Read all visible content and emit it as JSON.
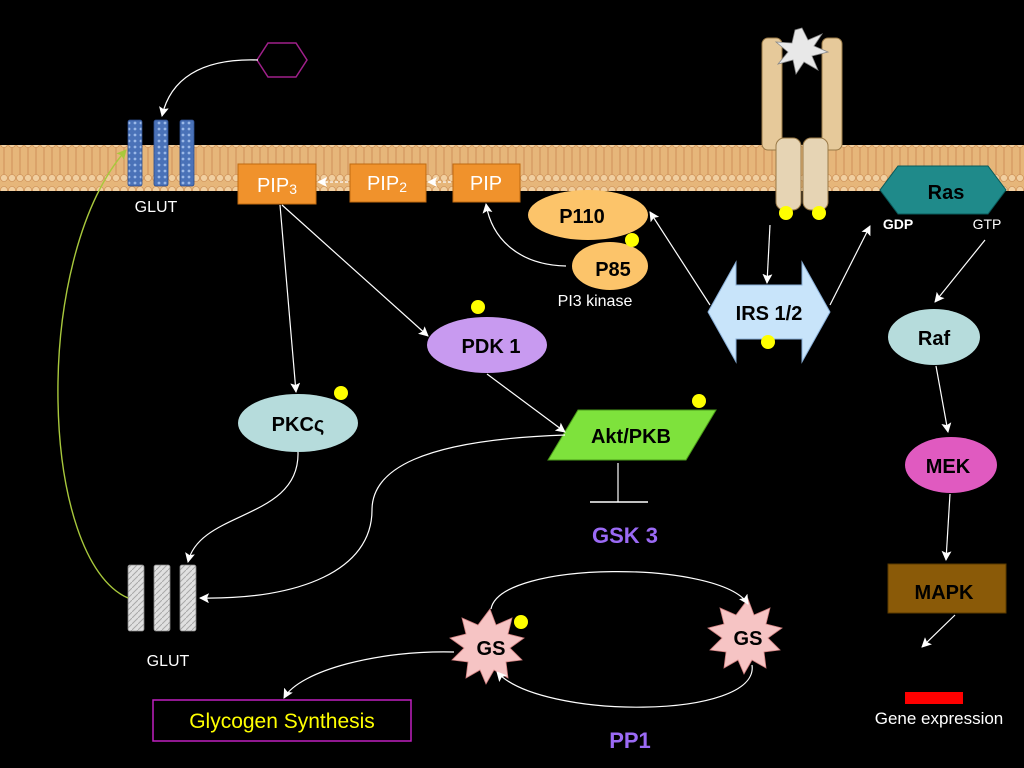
{
  "labels": {
    "glut_top": "GLUT",
    "glut_bottom": "GLUT",
    "pip3": "PIP",
    "pip3_sub": "3",
    "pip2": "PIP",
    "pip2_sub": "2",
    "pip": "PIP",
    "p110": "P110",
    "p85": "P85",
    "pi3_kinase": "PI3 kinase",
    "pdk1": "PDK 1",
    "pkc": "PKCς",
    "akt": "Akt/PKB",
    "gsk3": "GSK 3",
    "irs": "IRS 1/2",
    "ras": "Ras",
    "gdp": "GDP",
    "gtp": "GTP",
    "raf": "Raf",
    "mek": "MEK",
    "mapk": "MAPK",
    "gs_left": "GS",
    "gs_right": "GS",
    "pp1": "PP1",
    "glycogen": "Glycogen Synthesis",
    "gene_expression": "Gene expression"
  },
  "colors": {
    "background": "#000000",
    "orange_box": "#f0922c",
    "p110_p85": "#fcc46a",
    "pdk1": "#c89af0",
    "pkc_raf": "#b6dcdc",
    "akt": "#7ee23c",
    "gsk_pp1": "#9b6af5",
    "irs": "#c8e4fa",
    "ras": "#1f8a8a",
    "mek": "#e05ac0",
    "mapk": "#8a5a08",
    "gs_star": "#f6c4c4",
    "phosphate": "#ffff00",
    "glycogen_border": "#c020c0",
    "gene_bar": "#ff0000",
    "glut_arrow": "#a8c83c"
  }
}
